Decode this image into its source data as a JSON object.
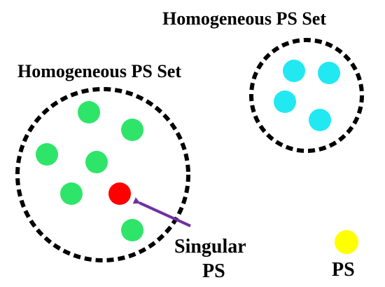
{
  "colors": {
    "green": "#2ee56a",
    "cyan": "#22e8f2",
    "red": "#ff0000",
    "yellow": "#ffff00",
    "arrow": "#7030a0",
    "boundary": "#000000"
  },
  "labels": {
    "set_right": "Homogeneous PS Set",
    "set_left": "Homogeneous PS Set",
    "singular_line1": "Singular",
    "singular_line2": "PS",
    "ps_legend": "PS"
  }
}
